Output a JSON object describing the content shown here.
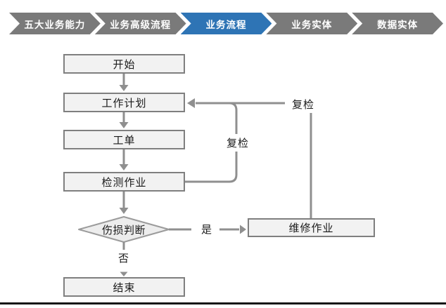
{
  "breadcrumb": {
    "items": [
      {
        "label": "五大业务能力",
        "active": false
      },
      {
        "label": "业务高级流程",
        "active": false
      },
      {
        "label": "业务流程",
        "active": true
      },
      {
        "label": "业务实体",
        "active": false
      },
      {
        "label": "数据实体",
        "active": false
      }
    ]
  },
  "flowchart": {
    "nodes": [
      {
        "id": "start",
        "label": "开始",
        "type": "process"
      },
      {
        "id": "work-plan",
        "label": "工作计划",
        "type": "process"
      },
      {
        "id": "work-order",
        "label": "工单",
        "type": "process"
      },
      {
        "id": "inspection",
        "label": "检测作业",
        "type": "process"
      },
      {
        "id": "damage-decision",
        "label": "伤损判断",
        "type": "decision"
      },
      {
        "id": "repair",
        "label": "维修作业",
        "type": "process"
      },
      {
        "id": "end",
        "label": "结束",
        "type": "process"
      }
    ],
    "edge_labels": {
      "yes": "是",
      "no": "否",
      "recheck_inner": "复检",
      "recheck_outer": "复检"
    }
  },
  "colors": {
    "accent": "#2E74B5",
    "nav_gray": "#7a7a7a",
    "line": "#8f8f8f",
    "node_fill": "#f2f2f2",
    "node_border": "#7f7f7f"
  }
}
